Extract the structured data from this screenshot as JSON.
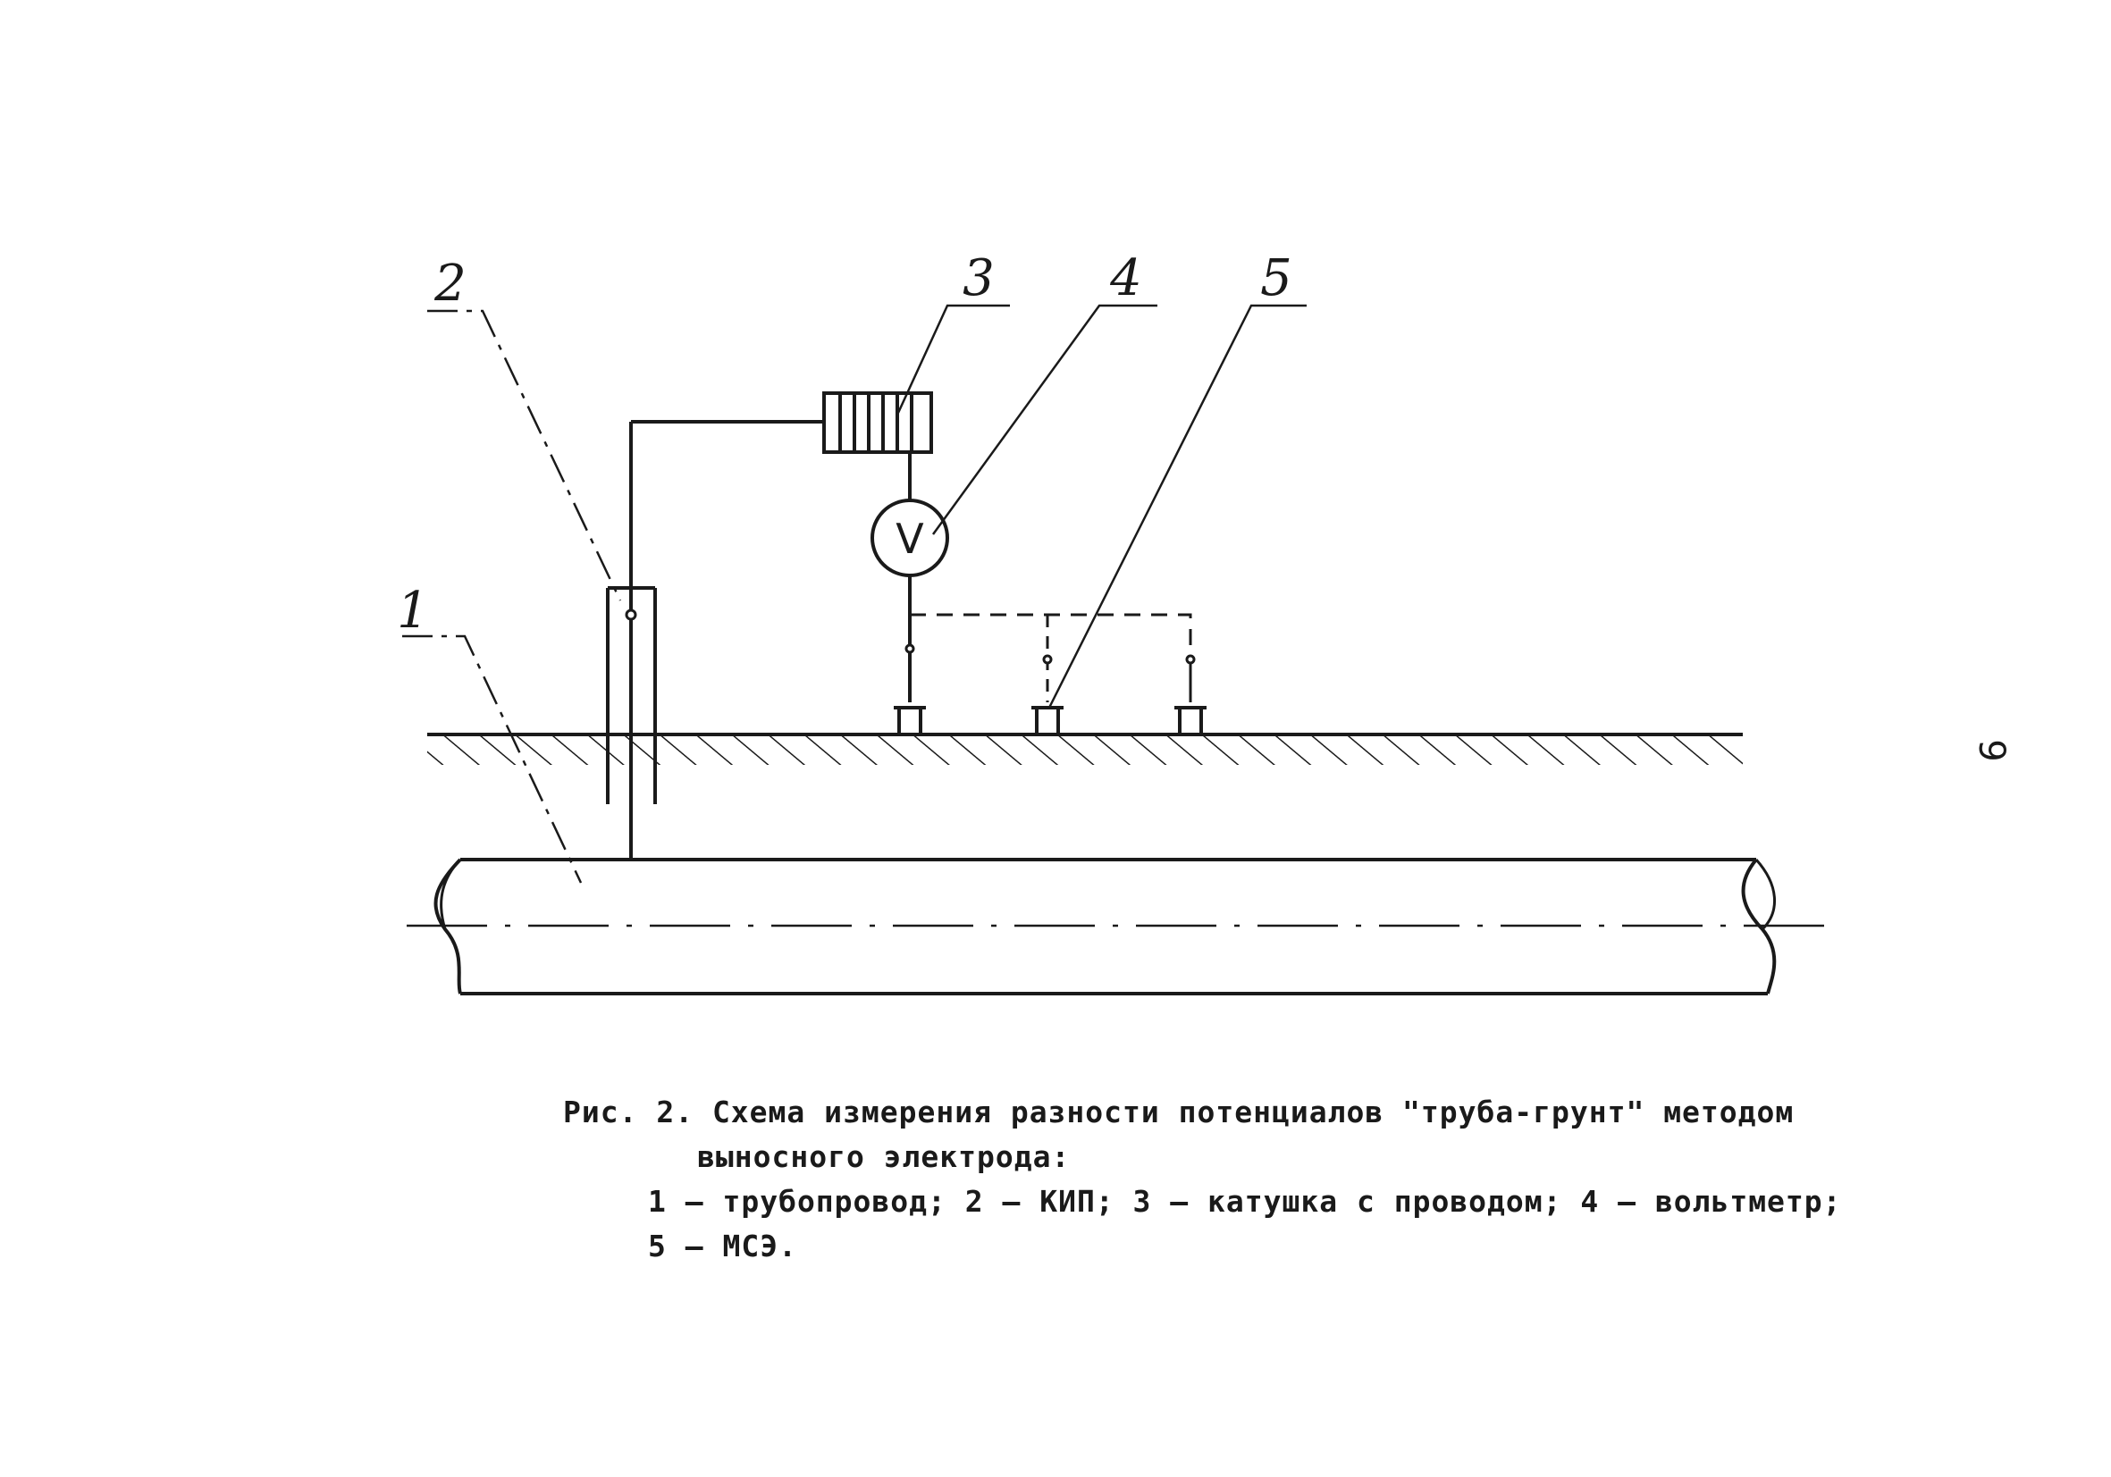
{
  "labels": {
    "pipe": "1",
    "kip": "2",
    "coil": "3",
    "voltmeter": "4",
    "electrode": "5"
  },
  "voltmeter_symbol": "V",
  "page_number": "9",
  "caption": {
    "title": "Рис. 2. Схема измерения разности потенциалов \"труба-грунт\" методом",
    "title_cont": "выносного электрода:",
    "legend_1": "1 – трубопровод; 2 – КИП; 3 – катушка с проводом; 4 – вольтметр;",
    "legend_2": "5 – МСЭ."
  }
}
